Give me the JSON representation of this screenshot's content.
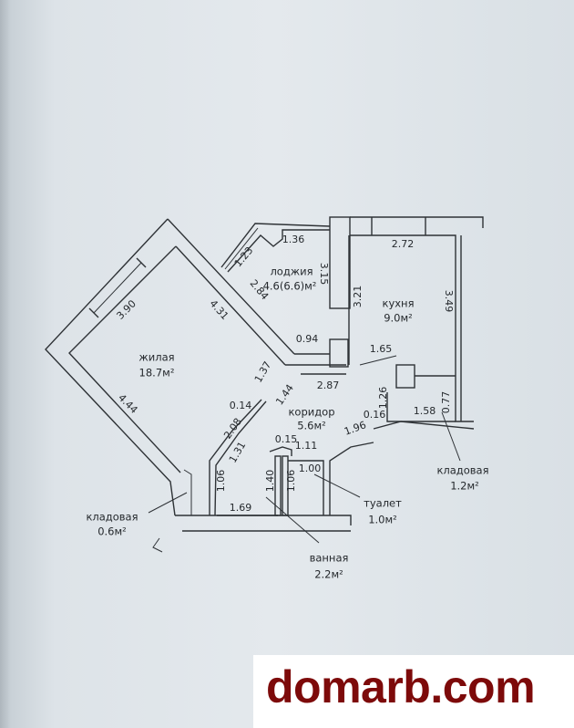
{
  "rooms": {
    "living": {
      "name": "жилая",
      "area": "18.7м²"
    },
    "loggia": {
      "name": "лоджия",
      "area": "4.6(6.6)м²"
    },
    "kitchen": {
      "name": "кухня",
      "area": "9.0м²"
    },
    "corridor": {
      "name": "коридор",
      "area": "5.6м²"
    },
    "storage_right": {
      "name": "кладовая",
      "area": "1.2м²"
    },
    "storage_left": {
      "name": "кладовая",
      "area": "0.6м²"
    },
    "toilet": {
      "name": "туалет",
      "area": "1.0м²"
    },
    "bathroom": {
      "name": "ванная",
      "area": "2.2м²"
    }
  },
  "dimensions": {
    "d136": "1.36",
    "d123": "1.23",
    "d315": "3.15",
    "d284": "2.84",
    "d390": "3.90",
    "d431": "4.31",
    "d272": "2.72",
    "d321": "3.21",
    "d349": "3.49",
    "d094": "0.94",
    "d165": "1.65",
    "d137": "1.37",
    "d287": "2.87",
    "d144": "1.44",
    "d126": "1.26",
    "d077": "0.77",
    "d014": "0.14",
    "d016": "0.16",
    "d158": "1.58",
    "d444": "4.44",
    "d196": "1.96",
    "d208": "2.08",
    "d015": "0.15",
    "d111": "1.11",
    "d131": "1.31",
    "d100": "1.00",
    "d106a": "1.06",
    "d140": "1.40",
    "d106b": "1.06",
    "d169": "1.69"
  },
  "watermark": "domarb.com"
}
